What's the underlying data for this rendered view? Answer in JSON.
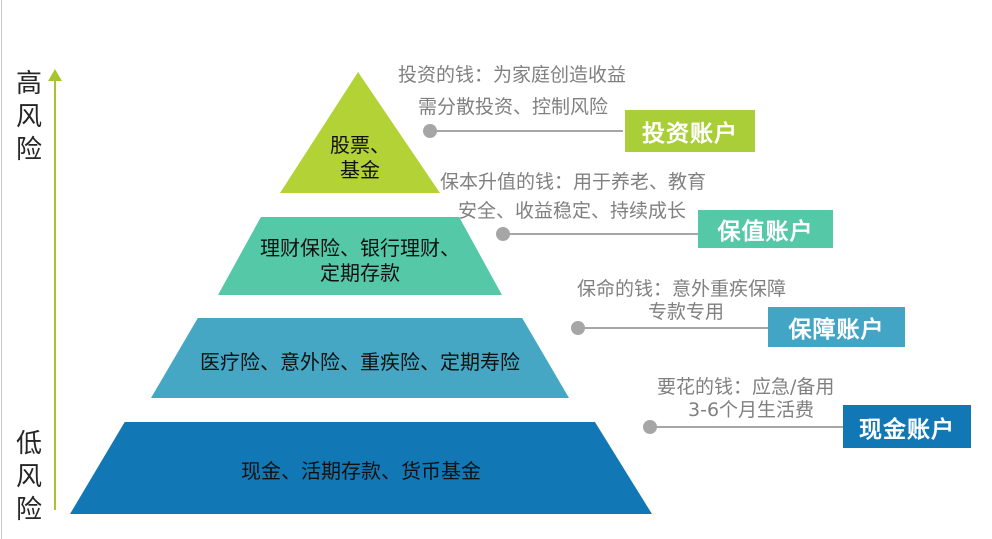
{
  "diagram": {
    "type": "pyramid",
    "axis": {
      "top_label": "高\n风\n险",
      "bottom_label": "低\n风\n险",
      "arrow_color": "#a9c52d",
      "direction": "up"
    },
    "pyramid": {
      "layers": [
        {
          "id": "stocks-funds",
          "label": "股票、\n基金",
          "color": "#b2d235"
        },
        {
          "id": "wealth-products",
          "label": "理财保险、银行理财、\n定期存款",
          "color": "#55c8a7"
        },
        {
          "id": "insurance",
          "label": "医疗险、意外险、重疾险、定期寿险",
          "color": "#45a7c4"
        },
        {
          "id": "cash",
          "label": "现金、活期存款、货币基金",
          "color": "#1278b5"
        }
      ]
    },
    "annotations": [
      {
        "line1": "投资的钱：为家庭创造收益",
        "line2": "需分散投资、控制风险",
        "badge": "投资账户",
        "badge_color": "#a9ce38"
      },
      {
        "line1": "保本升值的钱：用于养老、教育",
        "line2": "安全、收益稳定、持续成长",
        "badge": "保值账户",
        "badge_color": "#55c8a7"
      },
      {
        "line1": "保命的钱：意外重疾保障",
        "line2": "专款专用",
        "badge": "保障账户",
        "badge_color": "#42a5c5"
      },
      {
        "line1": "要花的钱：应急/备用",
        "line2": "3-6个月生活费",
        "badge": "现金账户",
        "badge_color": "#1278b5"
      }
    ],
    "connector_color": "#a6a6a6"
  }
}
